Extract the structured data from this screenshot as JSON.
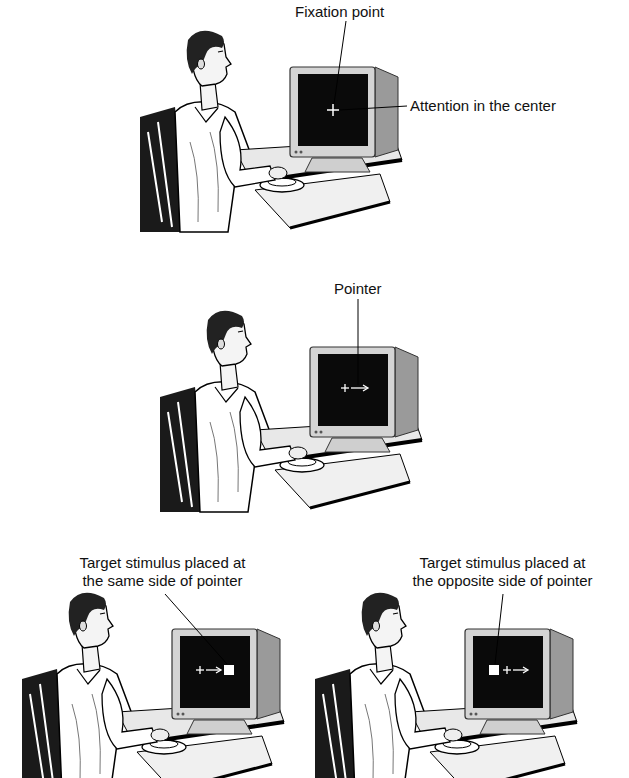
{
  "diagram": {
    "labels": [
      "Fixation point",
      "Attention in the center",
      "Pointer",
      "Target stimulus placed at the same side of pointer",
      "Target stimulus placed at the opposite side of pointer"
    ]
  }
}
